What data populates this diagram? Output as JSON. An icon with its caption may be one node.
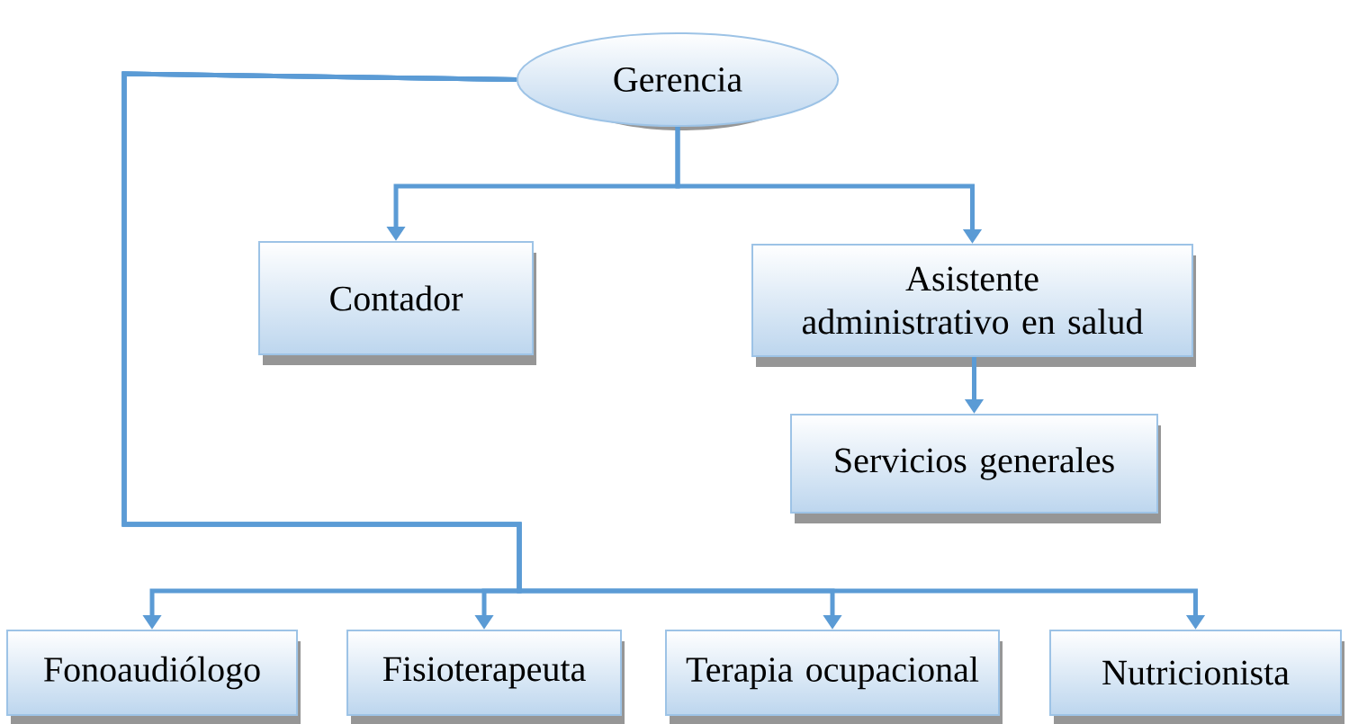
{
  "diagram": {
    "nodes": [
      {
        "text": [
          "Gerencia"
        ]
      },
      {
        "text": [
          "Contador"
        ]
      },
      {
        "text": [
          "Asistente administrativo en salud"
        ]
      },
      {
        "text": [
          "Servicios generales"
        ]
      },
      {
        "text": [
          "Fonoaudiólogo"
        ]
      },
      {
        "text": [
          "Fisioterapeuta"
        ]
      },
      {
        "text": [
          "Terapia ocupacional"
        ]
      },
      {
        "text": [
          "Nutricionista"
        ]
      }
    ],
    "edges": [
      {
        "from": 0,
        "to": 1,
        "arrow": "to"
      },
      {
        "from": 0,
        "to": 2,
        "arrow": "to"
      },
      {
        "from": 2,
        "to": 3,
        "arrow": "to"
      },
      {
        "from": 0,
        "to": 4,
        "arrow": "to"
      },
      {
        "from": 0,
        "to": 5,
        "arrow": "to"
      },
      {
        "from": 0,
        "to": 6,
        "arrow": "to"
      },
      {
        "from": 0,
        "to": 7,
        "arrow": "to"
      }
    ]
  }
}
